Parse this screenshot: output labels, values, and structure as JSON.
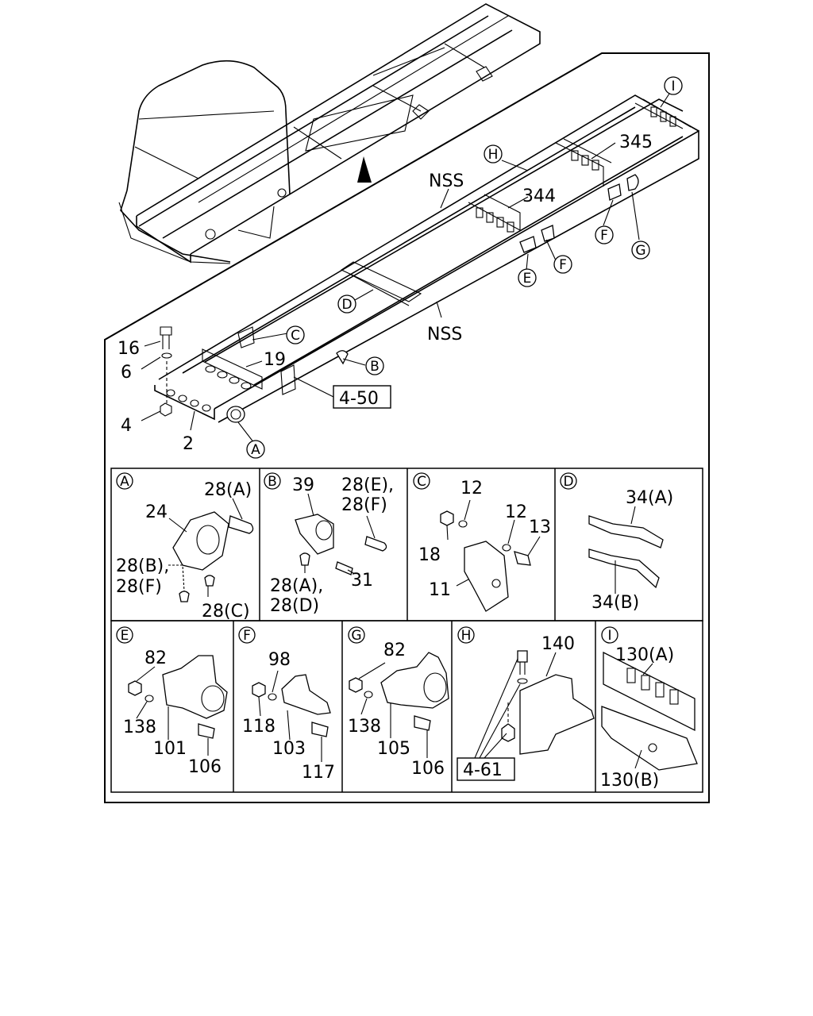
{
  "main": {
    "part_labels": [
      "345",
      "344",
      "NSS",
      "NSS",
      "19",
      "16",
      "6",
      "4",
      "2"
    ],
    "ref_boxes": [
      "4-50"
    ],
    "callouts": [
      "I",
      "H",
      "F",
      "G",
      "F",
      "E",
      "D",
      "C",
      "B",
      "A"
    ]
  },
  "panels": [
    {
      "letter": "A",
      "labels": [
        "28(A)",
        "24",
        "28(B),",
        "28(F)",
        "28(C)"
      ]
    },
    {
      "letter": "B",
      "labels": [
        "39",
        "28(E),",
        "28(F)",
        "28(A),",
        "28(D)",
        "31"
      ]
    },
    {
      "letter": "C",
      "labels": [
        "12",
        "12",
        "13",
        "18",
        "11"
      ]
    },
    {
      "letter": "D",
      "labels": [
        "34(A)",
        "34(B)"
      ]
    },
    {
      "letter": "E",
      "labels": [
        "82",
        "138",
        "101",
        "106"
      ]
    },
    {
      "letter": "F",
      "labels": [
        "98",
        "118",
        "103",
        "117"
      ]
    },
    {
      "letter": "G",
      "labels": [
        "82",
        "138",
        "105",
        "106"
      ]
    },
    {
      "letter": "H",
      "labels": [
        "140"
      ],
      "ref_box": "4-61"
    },
    {
      "letter": "I",
      "labels": [
        "130(A)",
        "130(B)"
      ]
    }
  ]
}
